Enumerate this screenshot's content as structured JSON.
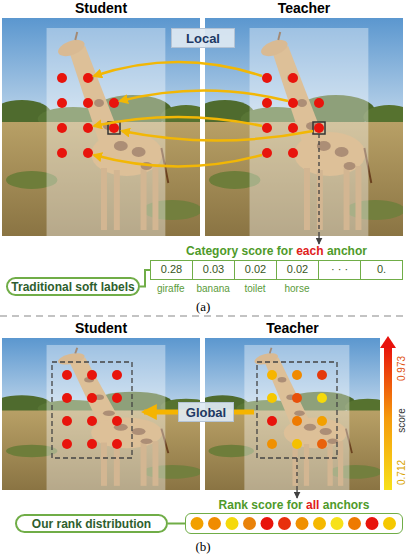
{
  "diagram": {
    "nodes": [
      {
        "text": [
          "Student"
        ]
      },
      {
        "text": [
          "Teacher"
        ]
      },
      {
        "text": [
          "Local"
        ]
      },
      {
        "text": [
          "Category score for each anchor",
          "0.28",
          "0.03",
          "0.02",
          "0.02",
          "· · ·",
          "0."
        ]
      },
      {
        "text": [
          "Traditional soft labels"
        ]
      },
      {
        "text": [
          "Student"
        ]
      },
      {
        "text": [
          "Teacher"
        ]
      },
      {
        "text": [
          "Global"
        ]
      },
      {
        "text": [
          "Rank score for all anchors"
        ]
      },
      {
        "text": [
          "Our rank distribution"
        ]
      }
    ],
    "edges": [
      {
        "from": 1,
        "to": 3,
        "arrow": "to"
      },
      {
        "from": 4,
        "to": 3,
        "arrow": "none"
      },
      {
        "from": 6,
        "to": 8,
        "arrow": "to"
      },
      {
        "from": 9,
        "to": 8,
        "arrow": "none"
      }
    ],
    "labels": [
      "giraffe",
      "banana",
      "toilet",
      "horse",
      "(a)",
      "0.973",
      "score",
      "0.712",
      "(b)"
    ]
  }
}
